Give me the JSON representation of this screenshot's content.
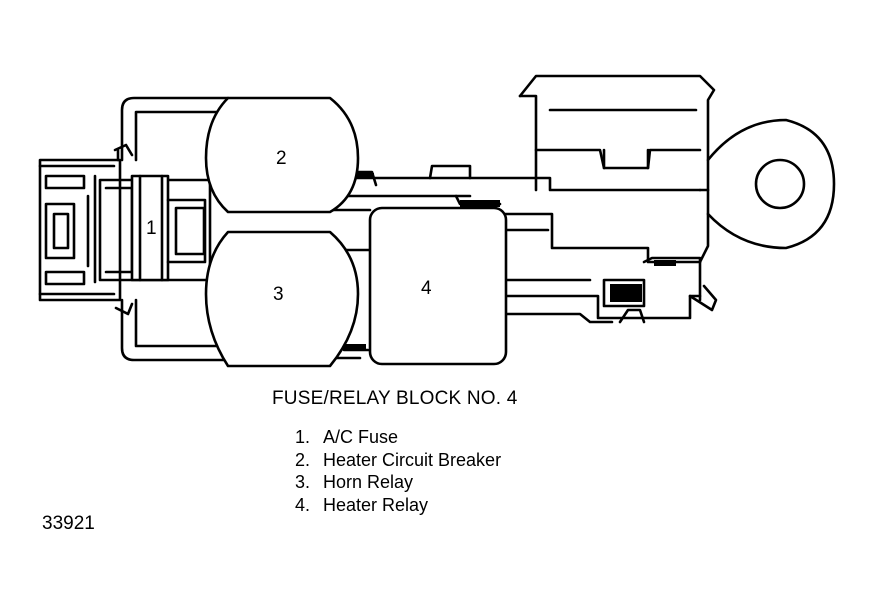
{
  "diagram": {
    "components": [
      {
        "number": "1"
      },
      {
        "number": "2"
      },
      {
        "number": "3"
      },
      {
        "number": "4"
      }
    ],
    "caption": "FUSE/RELAY BLOCK NO. 4",
    "legend": [
      {
        "number": "1.",
        "label": "A/C Fuse"
      },
      {
        "number": "2.",
        "label": "Heater Circuit Breaker"
      },
      {
        "number": "3.",
        "label": "Horn Relay"
      },
      {
        "number": "4.",
        "label": "Heater Relay"
      }
    ],
    "figure_number": "33921"
  }
}
